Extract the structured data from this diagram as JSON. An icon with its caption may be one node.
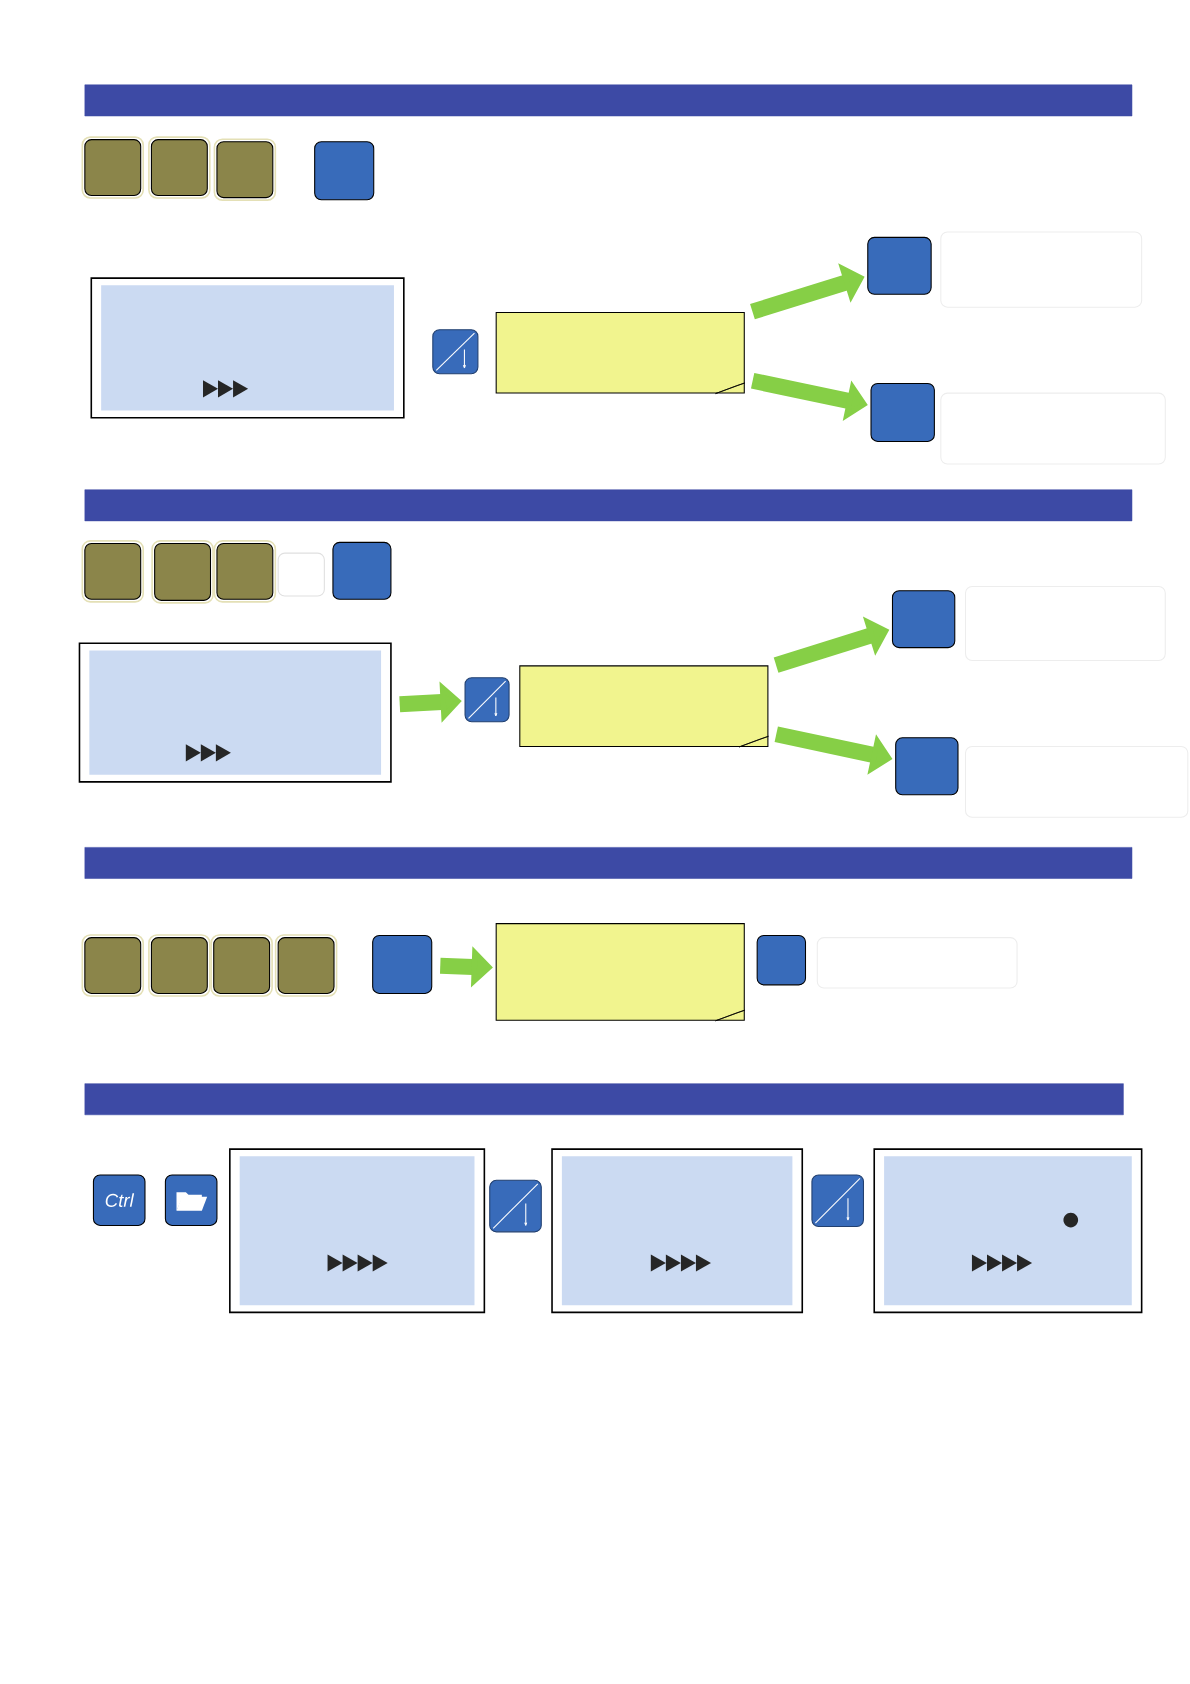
{
  "diagram": {
    "nodes": [
      {
        "text": [],
        "shape": "bar"
      },
      {
        "text": [],
        "shape": "box"
      },
      {
        "text": [],
        "shape": "box"
      },
      {
        "text": [],
        "shape": "box"
      },
      {
        "text": [],
        "shape": "box"
      },
      {
        "text": [],
        "shape": "screen"
      },
      {
        "text": [],
        "shape": "box"
      },
      {
        "text": [],
        "shape": "note"
      },
      {
        "text": [],
        "shape": "box"
      },
      {
        "text": [],
        "shape": "box"
      },
      {
        "text": [],
        "shape": "box"
      },
      {
        "text": [],
        "shape": "box"
      },
      {
        "text": [],
        "shape": "bar"
      },
      {
        "text": [],
        "shape": "box"
      },
      {
        "text": [],
        "shape": "box"
      },
      {
        "text": [],
        "shape": "box"
      },
      {
        "text": [],
        "shape": "box"
      },
      {
        "text": [],
        "shape": "box"
      },
      {
        "text": [],
        "shape": "screen"
      },
      {
        "text": [],
        "shape": "box"
      },
      {
        "text": [],
        "shape": "note"
      },
      {
        "text": [],
        "shape": "box"
      },
      {
        "text": [],
        "shape": "box"
      },
      {
        "text": [],
        "shape": "box"
      },
      {
        "text": [],
        "shape": "box"
      },
      {
        "text": [],
        "shape": "bar"
      },
      {
        "text": [],
        "shape": "box"
      },
      {
        "text": [],
        "shape": "box"
      },
      {
        "text": [],
        "shape": "box"
      },
      {
        "text": [],
        "shape": "box"
      },
      {
        "text": [],
        "shape": "box"
      },
      {
        "text": [],
        "shape": "note"
      },
      {
        "text": [],
        "shape": "box"
      },
      {
        "text": [],
        "shape": "box"
      },
      {
        "text": [],
        "shape": "bar"
      },
      {
        "text": [
          "Ctrl"
        ]
      },
      {
        "text": [],
        "shape": "box"
      },
      {
        "text": [],
        "shape": "screen"
      },
      {
        "text": [],
        "shape": "box"
      },
      {
        "text": [],
        "shape": "screen"
      },
      {
        "text": [],
        "shape": "box"
      },
      {
        "text": [],
        "shape": "screen"
      }
    ],
    "edges": [
      {
        "from": 7,
        "to": 8,
        "arrow": "to"
      },
      {
        "from": 7,
        "to": 10,
        "arrow": "to"
      },
      {
        "from": 18,
        "to": 19,
        "arrow": "to"
      },
      {
        "from": 20,
        "to": 21,
        "arrow": "to"
      },
      {
        "from": 20,
        "to": 23,
        "arrow": "to"
      },
      {
        "from": 30,
        "to": 31,
        "arrow": "to"
      }
    ]
  }
}
